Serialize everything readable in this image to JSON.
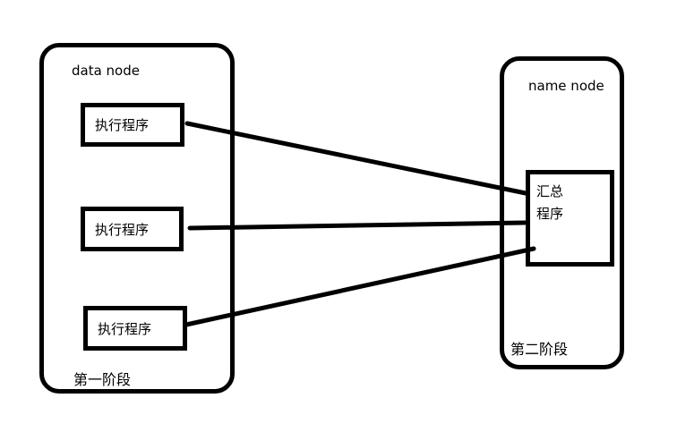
{
  "left_group": {
    "title": "data node",
    "boxes": [
      {
        "label": "执行程序"
      },
      {
        "label": "执行程序"
      },
      {
        "label": "执行程序"
      }
    ],
    "stage_label": "第一阶段"
  },
  "right_group": {
    "title": "name node",
    "box": {
      "line1": "汇总",
      "line2": "程序"
    },
    "stage_label": "第二阶段"
  },
  "colors": {
    "ink": "#000000",
    "background": "#ffffff"
  },
  "connections": [
    {
      "from": "executor-box-1",
      "to": "aggregator-box"
    },
    {
      "from": "executor-box-2",
      "to": "aggregator-box"
    },
    {
      "from": "executor-box-3",
      "to": "aggregator-box"
    }
  ]
}
